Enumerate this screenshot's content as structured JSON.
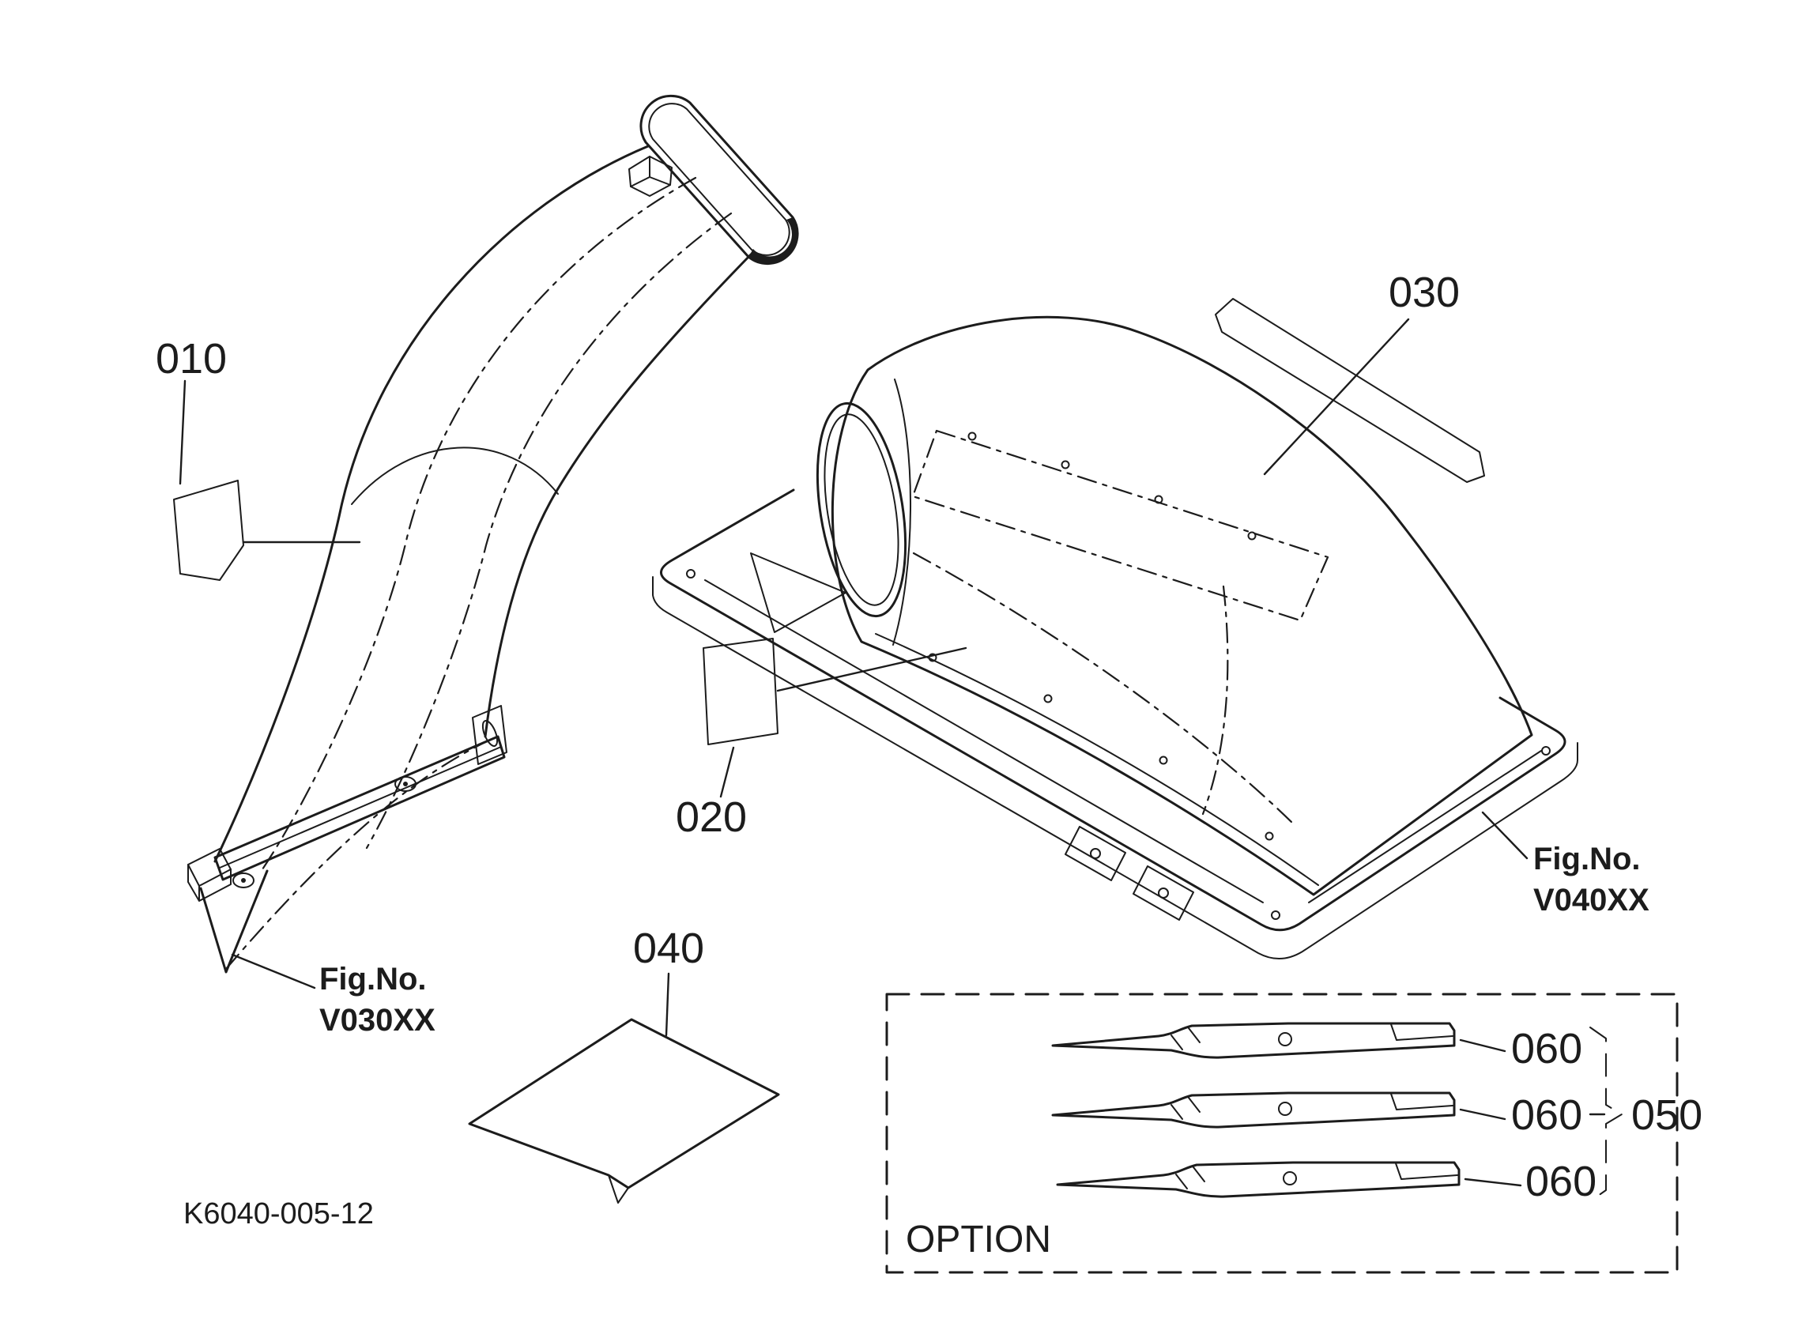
{
  "meta": {
    "line_color": "#1c1c1c",
    "background_color": "#ffffff"
  },
  "callouts": {
    "chute_decal": "010",
    "cover_front_decal": "020",
    "cover_top_decal": "030",
    "label_sheet": "040",
    "blade_set": "050",
    "blades": [
      "060",
      "060",
      "060"
    ]
  },
  "figure_references": {
    "chute": {
      "label": "Fig.No.",
      "code": "V030XX"
    },
    "cover": {
      "label": "Fig.No.",
      "code": "V040XX"
    }
  },
  "option_box": {
    "title": "OPTION"
  },
  "footer": {
    "drawing_number": "K6040-005-12"
  }
}
